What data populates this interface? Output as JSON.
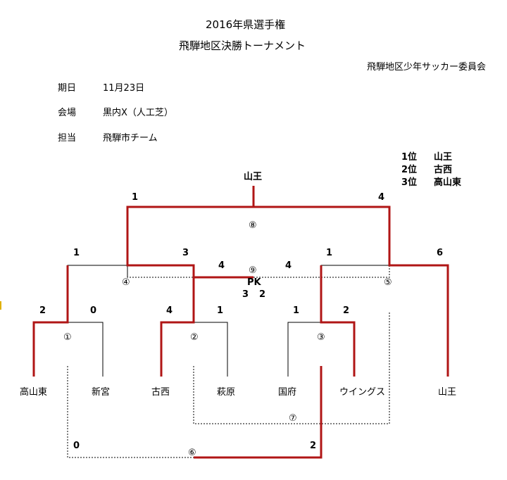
{
  "header": {
    "title": "2016年県選手権",
    "subtitle": "飛騨地区決勝トーナメント",
    "organizer": "飛騨地区少年サッカー委員会"
  },
  "info": {
    "date_label": "期日",
    "date_value": "11月23日",
    "venue_label": "会場",
    "venue_value": "黒内X（人工芝）",
    "staff_label": "担当",
    "staff_value": "飛騨市チーム"
  },
  "standings": {
    "first_place": "1位",
    "first_team": "山王",
    "second_place": "2位",
    "second_team": "古西",
    "third_place": "3位",
    "third_team": "高山東"
  },
  "champion": "山王",
  "teams": [
    "高山東",
    "新宮",
    "古西",
    "萩原",
    "国府",
    "ウイングス",
    "山王"
  ],
  "matches": {
    "m1": {
      "no": "①",
      "left": "2",
      "right": "0"
    },
    "m2": {
      "no": "②",
      "left": "4",
      "right": "1"
    },
    "m3": {
      "no": "③",
      "left": "1",
      "right": "2"
    },
    "m4": {
      "no": "④",
      "left": "1",
      "right": "3"
    },
    "m5": {
      "no": "⑤",
      "left": "1",
      "right": "6"
    },
    "m6": {
      "no": "⑥",
      "left": "0",
      "right": "2"
    },
    "m7": {
      "no": "⑦"
    },
    "m8": {
      "no": "⑧",
      "left": "1",
      "right": "4"
    },
    "m9": {
      "no": "⑨",
      "left": "4",
      "right": "4",
      "pk_label": "PK",
      "pk_left": "3",
      "pk_right": "2"
    }
  },
  "colors": {
    "win_line": "#b01515",
    "line": "#000000"
  }
}
